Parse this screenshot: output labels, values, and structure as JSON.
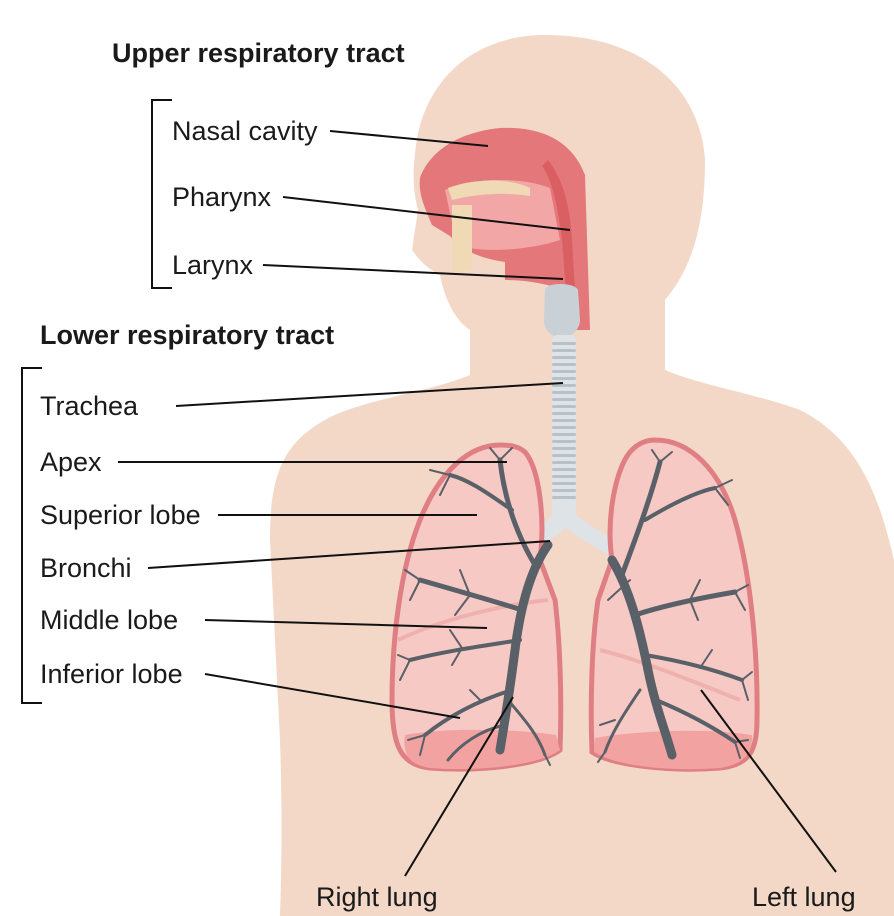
{
  "headings": {
    "upper": "Upper respiratory tract",
    "lower": "Lower respiratory tract"
  },
  "labels": {
    "nasal_cavity": "Nasal cavity",
    "pharynx": "Pharynx",
    "larynx": "Larynx",
    "trachea": "Trachea",
    "apex": "Apex",
    "superior_lobe": "Superior lobe",
    "bronchi": "Bronchi",
    "middle_lobe": "Middle lobe",
    "inferior_lobe": "Inferior lobe",
    "right_lung": "Right lung",
    "left_lung": "Left lung"
  },
  "colors": {
    "body": "#f3d8c8",
    "lung_fill": "#f7c9c4",
    "lung_edge": "#e07f83",
    "airway": "#dde3e6",
    "airway_ring": "#b8c1c6",
    "nasal": "#e4777a",
    "bronchiole": "#5a6068"
  }
}
